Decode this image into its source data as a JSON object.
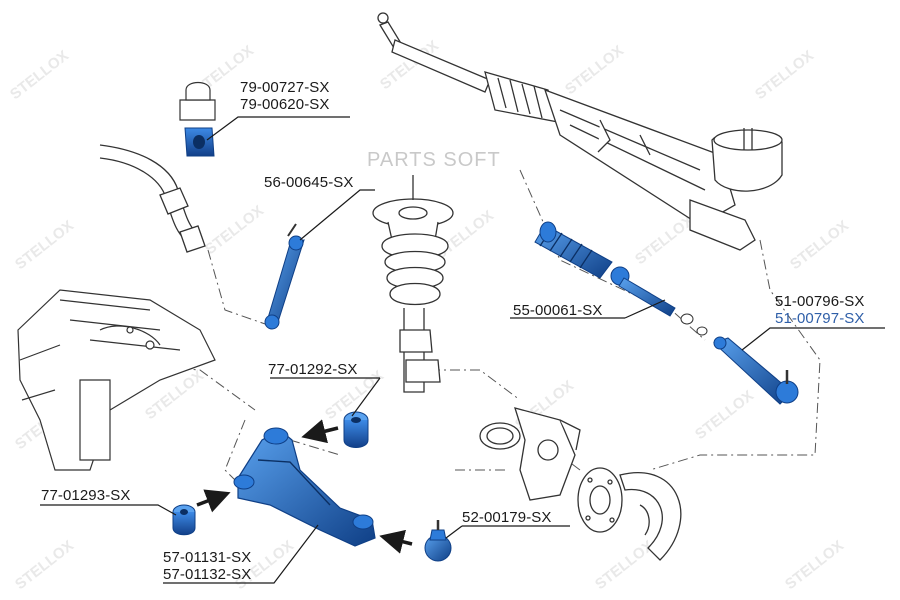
{
  "brand_text": "PARTS SOFT",
  "watermark_text": "STELLOX",
  "colors": {
    "part_blue": "#2d7bd9",
    "part_blue_dark": "#0f3f86",
    "line_gray": "#7a7a7a",
    "highlight_text": "#2f5fa8"
  },
  "callouts": {
    "stabilizer_bushing": [
      "79-00727-SX",
      "79-00620-SX"
    ],
    "stabilizer_link": "56-00645-SX",
    "tie_rod_boot": "55-00061-SX",
    "tie_rod_end": [
      "51-00796-SX",
      "51-00797-SX"
    ],
    "front_bushing": "77-01292-SX",
    "rear_bushing": "77-01293-SX",
    "ball_joint": "52-00179-SX",
    "control_arm": [
      "57-01131-SX",
      "57-01132-SX"
    ]
  }
}
